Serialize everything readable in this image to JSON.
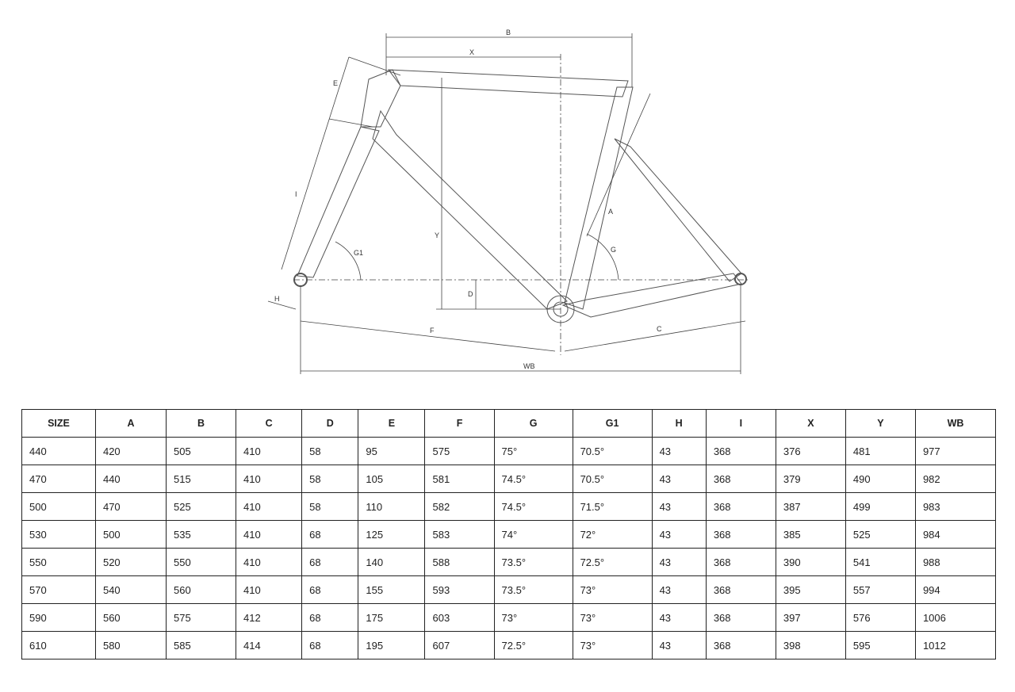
{
  "diagram": {
    "labels": {
      "B": "B",
      "X": "X",
      "E": "E",
      "I": "I",
      "G1": "G1",
      "H": "H",
      "Y": "Y",
      "D": "D",
      "F": "F",
      "WB": "WB",
      "C": "C",
      "A": "A",
      "G": "G"
    }
  },
  "table": {
    "headers": [
      "SIZE",
      "A",
      "B",
      "C",
      "D",
      "E",
      "F",
      "G",
      "G1",
      "H",
      "I",
      "X",
      "Y",
      "WB"
    ],
    "rows": [
      [
        "440",
        "420",
        "505",
        "410",
        "58",
        "95",
        "575",
        "75°",
        "70.5°",
        "43",
        "368",
        "376",
        "481",
        "977"
      ],
      [
        "470",
        "440",
        "515",
        "410",
        "58",
        "105",
        "581",
        "74.5°",
        "70.5°",
        "43",
        "368",
        "379",
        "490",
        "982"
      ],
      [
        "500",
        "470",
        "525",
        "410",
        "58",
        "110",
        "582",
        "74.5°",
        "71.5°",
        "43",
        "368",
        "387",
        "499",
        "983"
      ],
      [
        "530",
        "500",
        "535",
        "410",
        "68",
        "125",
        "583",
        "74°",
        "72°",
        "43",
        "368",
        "385",
        "525",
        "984"
      ],
      [
        "550",
        "520",
        "550",
        "410",
        "68",
        "140",
        "588",
        "73.5°",
        "72.5°",
        "43",
        "368",
        "390",
        "541",
        "988"
      ],
      [
        "570",
        "540",
        "560",
        "410",
        "68",
        "155",
        "593",
        "73.5°",
        "73°",
        "43",
        "368",
        "395",
        "557",
        "994"
      ],
      [
        "590",
        "560",
        "575",
        "412",
        "68",
        "175",
        "603",
        "73°",
        "73°",
        "43",
        "368",
        "397",
        "576",
        "1006"
      ],
      [
        "610",
        "580",
        "585",
        "414",
        "68",
        "195",
        "607",
        "72.5°",
        "73°",
        "43",
        "368",
        "398",
        "595",
        "1012"
      ]
    ]
  }
}
